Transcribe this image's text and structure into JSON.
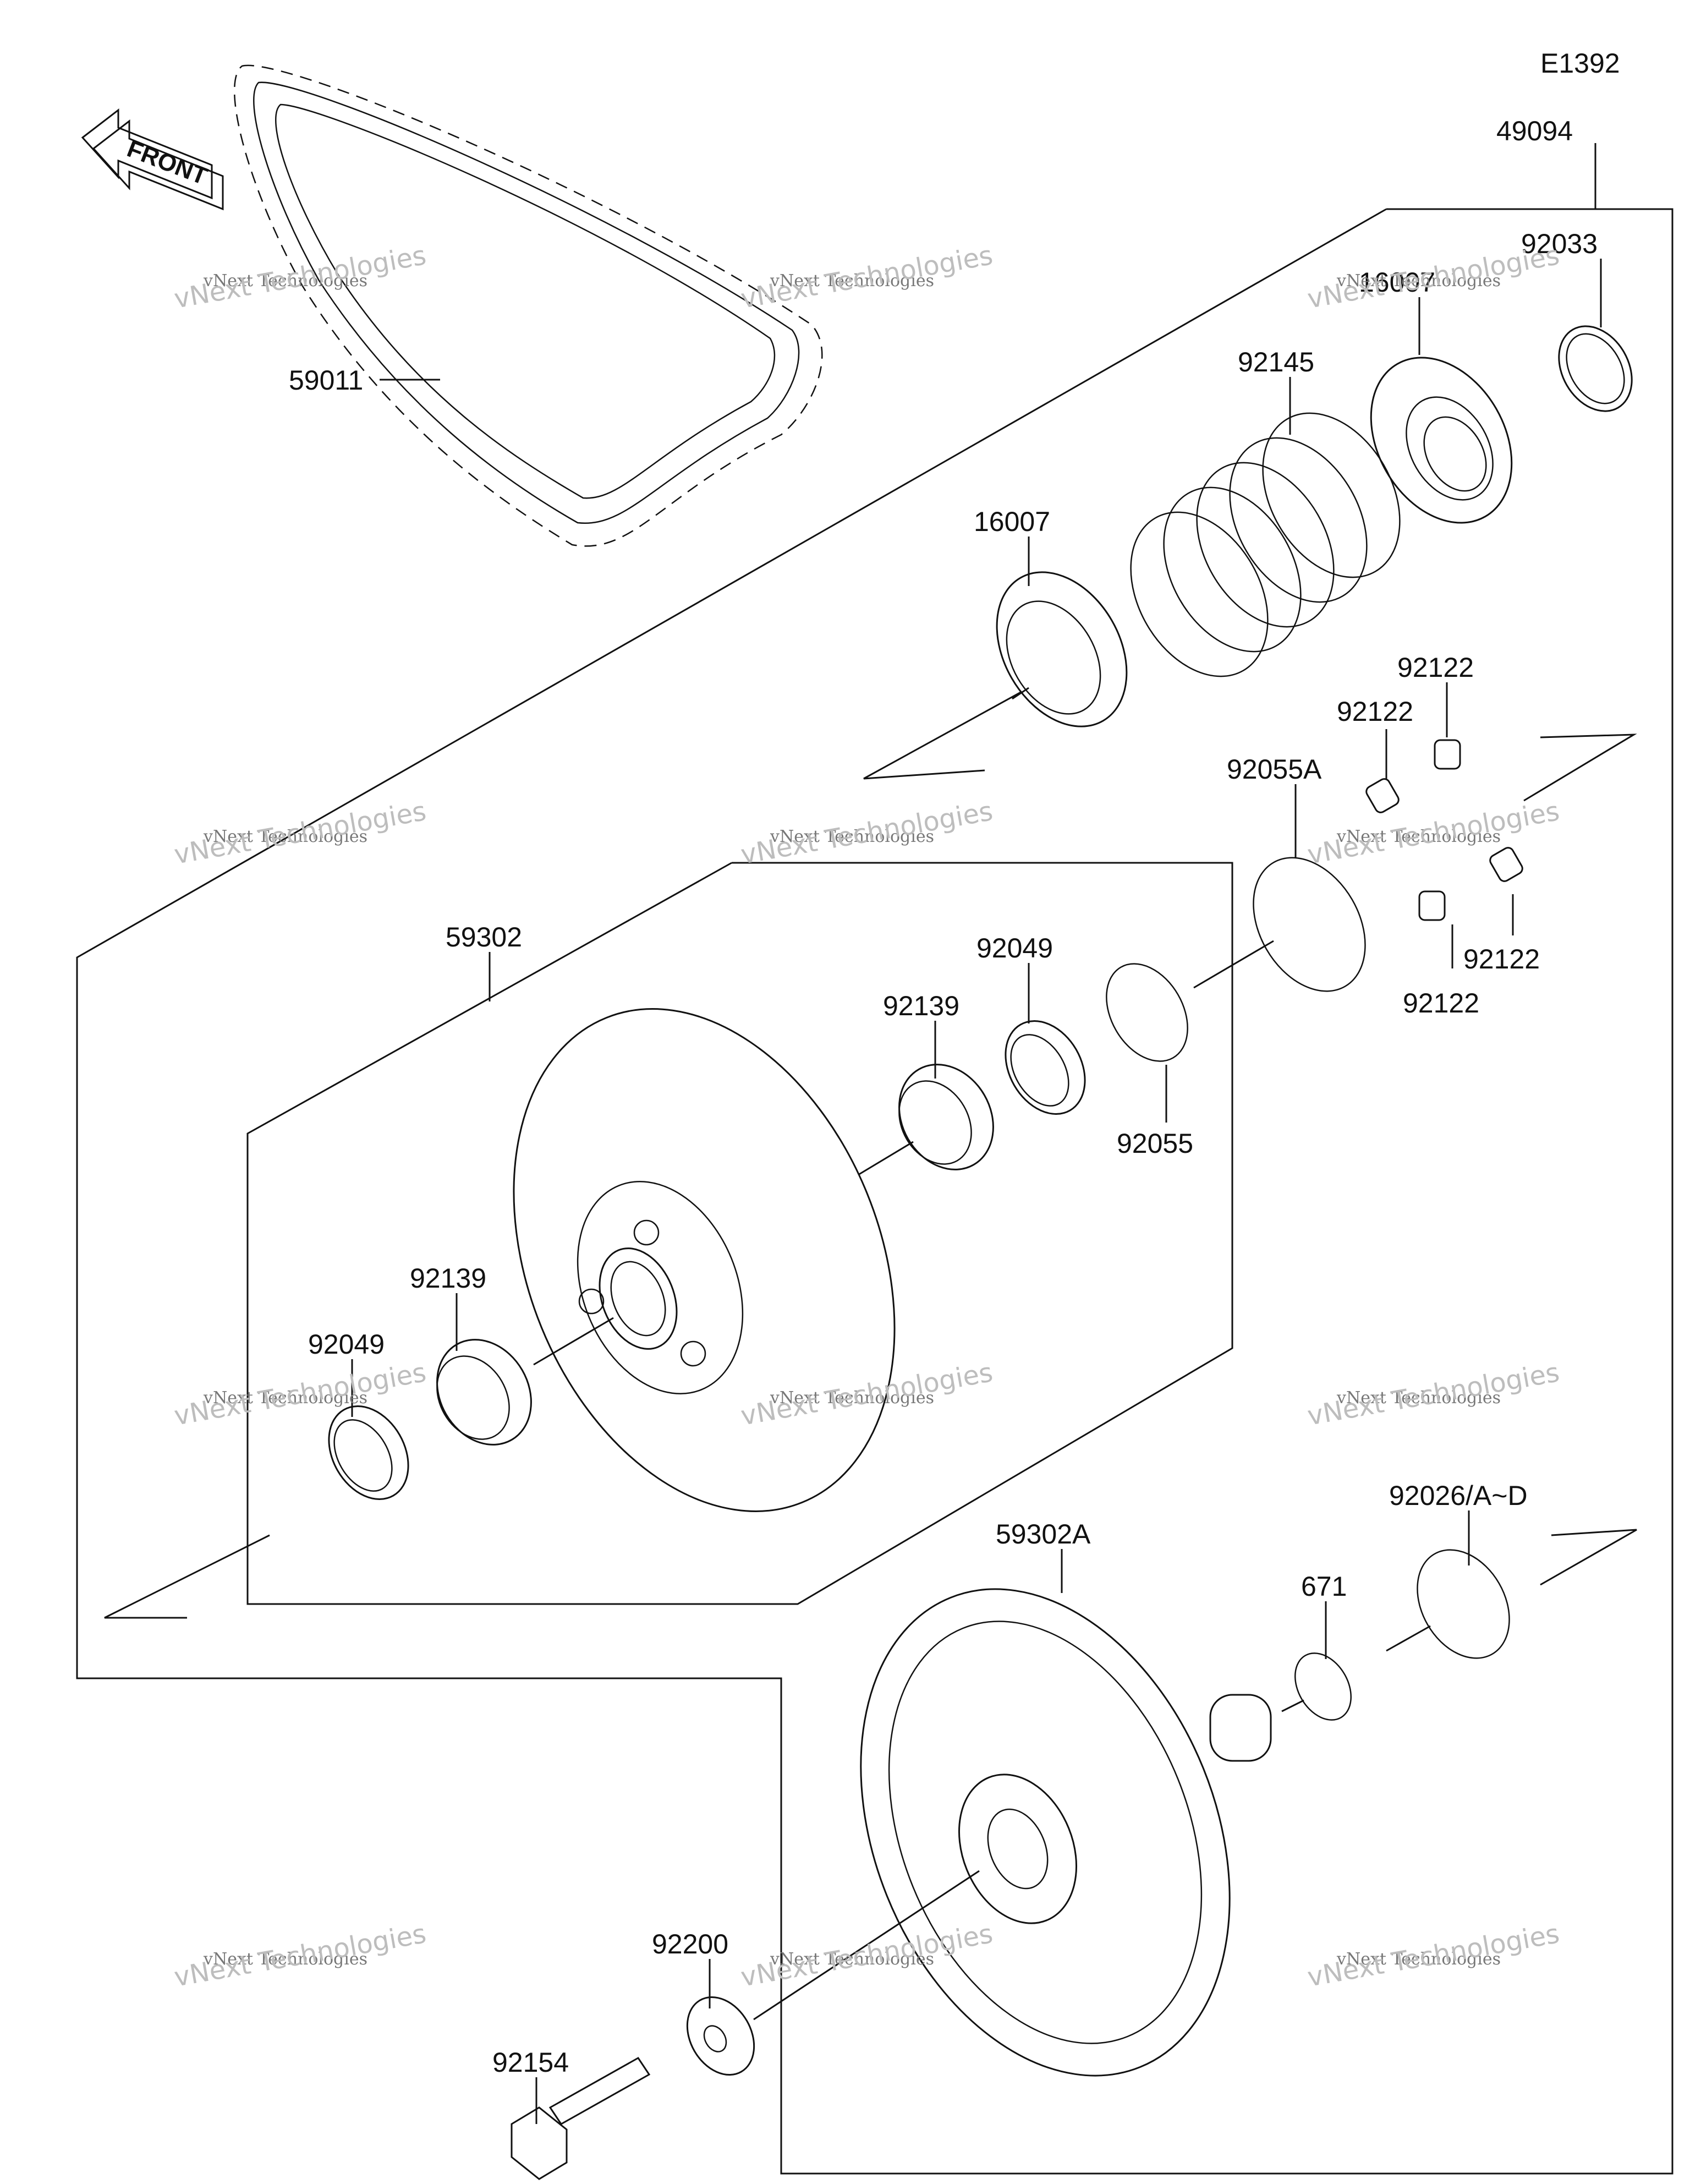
{
  "diagram_code": "E1392",
  "front_label": "FRONT",
  "watermark": {
    "line1": "vNext Technologies",
    "line2": "vNext Technologies"
  },
  "parts": [
    {
      "id": "p49094",
      "label": "49094"
    },
    {
      "id": "p92033",
      "label": "92033"
    },
    {
      "id": "p16007a",
      "label": "16007"
    },
    {
      "id": "p92145",
      "label": "92145"
    },
    {
      "id": "p16007b",
      "label": "16007"
    },
    {
      "id": "p59011",
      "label": "59011"
    },
    {
      "id": "p92122a",
      "label": "92122"
    },
    {
      "id": "p92122b",
      "label": "92122"
    },
    {
      "id": "p92055A",
      "label": "92055A"
    },
    {
      "id": "p92122c",
      "label": "92122"
    },
    {
      "id": "p92122d",
      "label": "92122"
    },
    {
      "id": "p59302",
      "label": "59302"
    },
    {
      "id": "p92049a",
      "label": "92049"
    },
    {
      "id": "p92139a",
      "label": "92139"
    },
    {
      "id": "p92055",
      "label": "92055"
    },
    {
      "id": "p92139b",
      "label": "92139"
    },
    {
      "id": "p92049b",
      "label": "92049"
    },
    {
      "id": "p92026",
      "label": "92026/A~D"
    },
    {
      "id": "p59302A",
      "label": "59302A"
    },
    {
      "id": "p671",
      "label": "671"
    },
    {
      "id": "p92200",
      "label": "92200"
    },
    {
      "id": "p92154",
      "label": "92154"
    }
  ]
}
